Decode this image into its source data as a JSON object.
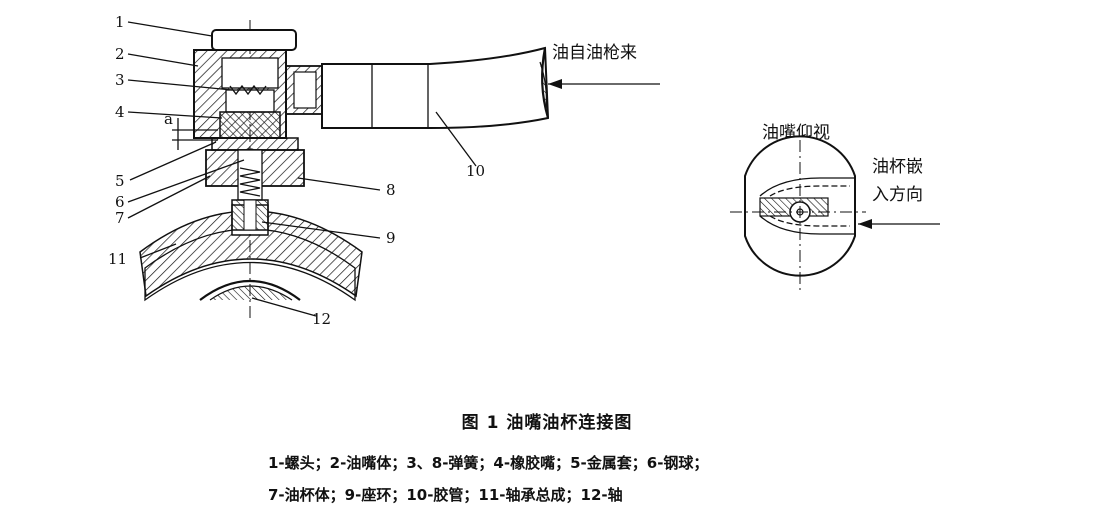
{
  "figure": {
    "caption": "图 1   油嘴油杯连接图",
    "legend_lines": [
      "1-螺头；2-油嘴体；3、8-弹簧；4-橡胶嘴；5-金属套；6-钢球；",
      "7-油杯体；9-座环；10-胶管；11-轴承总成；12-轴"
    ],
    "part_numbers": [
      "1",
      "2",
      "3",
      "4",
      "5",
      "6",
      "7",
      "8",
      "9",
      "10",
      "11",
      "12"
    ],
    "dimension_label": "a",
    "flow_label": "油自油枪来",
    "view_title": "油嘴仰视",
    "insert_direction_line1": "油杯嵌",
    "insert_direction_line2": "入方向"
  }
}
